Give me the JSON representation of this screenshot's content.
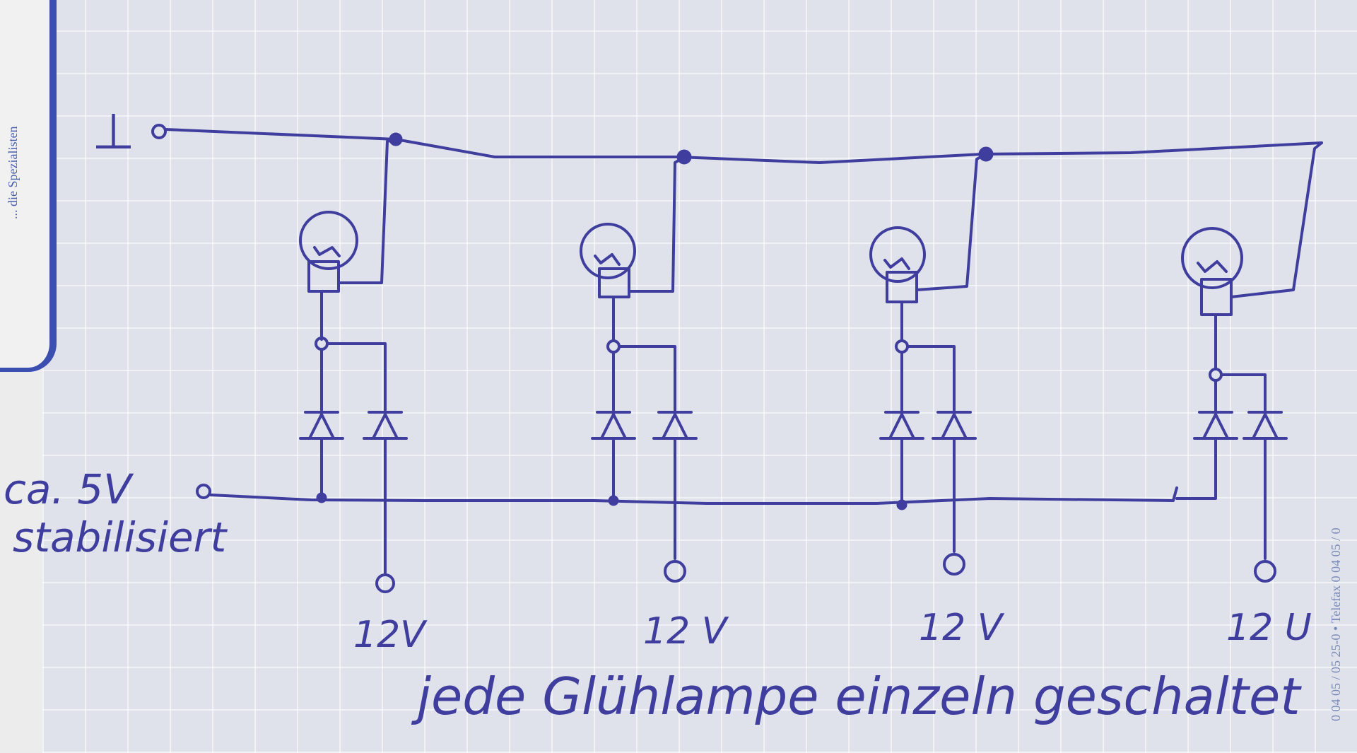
{
  "side_text_left": "... die Spezialisten",
  "side_text_right": "0 04 05 / 05 25-0 • Telefax 0 04 05 / 0",
  "labels": {
    "ground": "⊥",
    "supply": "ca. 5V",
    "supply_note": "stabilisiert",
    "v12_1": "12V",
    "v12_2": "12 V",
    "v12_3": "12 V",
    "v12_4": "12 U",
    "caption": "jede Glühlampe einzeln geschaltet"
  },
  "ink_color": "#3f3d9e"
}
